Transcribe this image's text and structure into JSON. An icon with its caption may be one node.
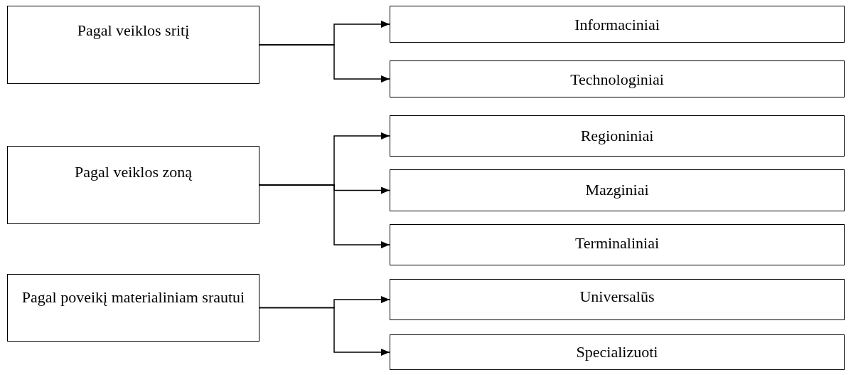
{
  "diagram": {
    "nodes": [
      {
        "text": [
          "Pagal veiklos sritį"
        ]
      },
      {
        "text": [
          "Informaciniai"
        ]
      },
      {
        "text": [
          "Technologiniai"
        ]
      },
      {
        "text": [
          "Pagal veiklos zoną"
        ]
      },
      {
        "text": [
          "Regioniniai"
        ]
      },
      {
        "text": [
          "Mazginiai"
        ]
      },
      {
        "text": [
          "Terminaliniai"
        ]
      },
      {
        "text": [
          "Pagal poveikį materialiniam srautui"
        ]
      },
      {
        "text": [
          "Universalūs"
        ]
      },
      {
        "text": [
          "Specializuoti"
        ]
      }
    ],
    "edges": [
      {
        "from": 0,
        "to": 1,
        "arrow": "to"
      },
      {
        "from": 0,
        "to": 2,
        "arrow": "to"
      },
      {
        "from": 3,
        "to": 4,
        "arrow": "to"
      },
      {
        "from": 3,
        "to": 5,
        "arrow": "to"
      },
      {
        "from": 3,
        "to": 6,
        "arrow": "to"
      },
      {
        "from": 7,
        "to": 8,
        "arrow": "to"
      },
      {
        "from": 7,
        "to": 9,
        "arrow": "to"
      }
    ]
  }
}
